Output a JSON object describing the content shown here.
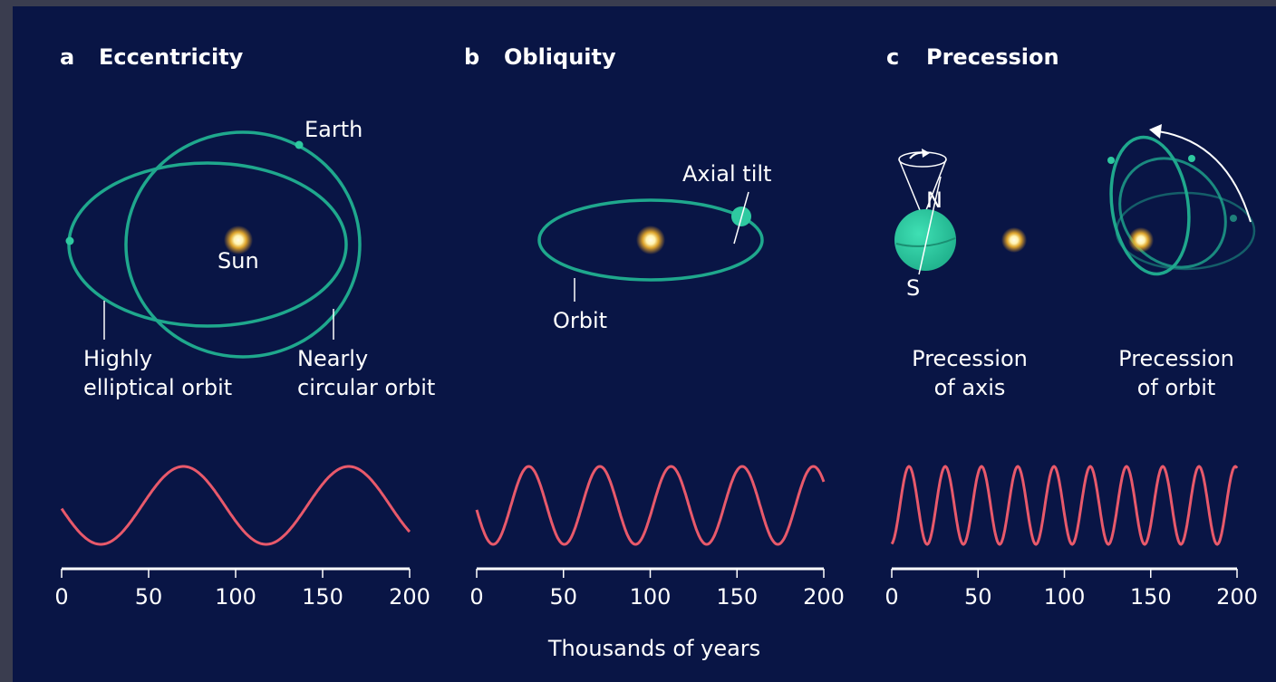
{
  "colors": {
    "background": "#091545",
    "orbit": "#1fa88d",
    "planet": "#2ec9a0",
    "curve": "#e8596b",
    "axis": "#ffffff",
    "sun_core": "#fffbe6",
    "sun_glow": "#f0a020"
  },
  "panels": {
    "a": {
      "letter": "a",
      "title": "Eccentricity",
      "labels": {
        "earth": "Earth",
        "sun": "Sun",
        "elliptical_line1": "Highly",
        "elliptical_line2": "elliptical orbit",
        "circular_line1": "Nearly",
        "circular_line2": "circular orbit"
      }
    },
    "b": {
      "letter": "b",
      "title": "Obliquity",
      "labels": {
        "axial_tilt": "Axial tilt",
        "orbit": "Orbit"
      }
    },
    "c": {
      "letter": "c",
      "title": "Precession",
      "labels": {
        "north": "N",
        "south": "S",
        "axis_line1": "Precession",
        "axis_line2": "of axis",
        "orbit_line1": "Precession",
        "orbit_line2": "of orbit"
      }
    }
  },
  "xlabel": "Thousands of years",
  "chart_data": [
    {
      "type": "line",
      "panel": "a",
      "title": "Eccentricity",
      "xlabel": "Thousands of years",
      "xlim": [
        0,
        200
      ],
      "xticks": [
        0,
        50,
        100,
        150,
        200
      ],
      "series": [
        {
          "period": 95,
          "phase_peak_x": 70,
          "start_level": 0.4,
          "note": ""
        }
      ]
    },
    {
      "type": "line",
      "panel": "b",
      "title": "Obliquity",
      "xlabel": "Thousands of years",
      "xlim": [
        0,
        200
      ],
      "xticks": [
        0,
        50,
        100,
        150,
        200
      ],
      "series": [
        {
          "period": 41,
          "phase_peak_x": 30
        }
      ]
    },
    {
      "type": "line",
      "panel": "c",
      "title": "Precession",
      "xlabel": "Thousands of years",
      "xlim": [
        0,
        200
      ],
      "xticks": [
        0,
        50,
        100,
        150,
        200
      ],
      "series": [
        {
          "period": 21,
          "phase_peak_x": 10
        }
      ]
    }
  ]
}
